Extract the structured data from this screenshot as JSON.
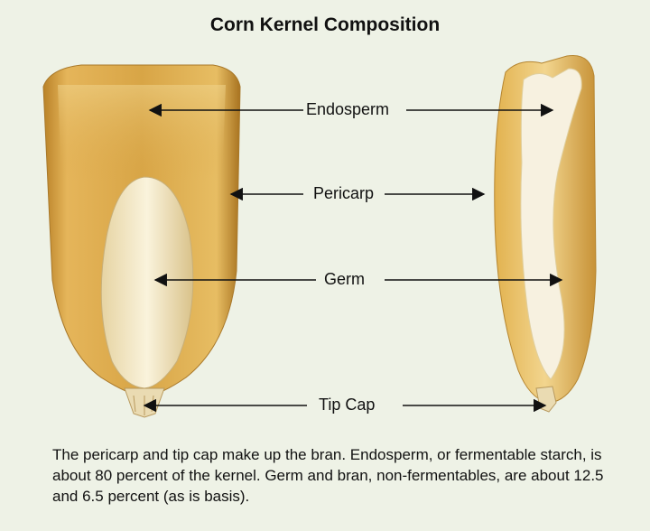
{
  "title": "Corn Kernel Composition",
  "labels": {
    "endosperm": "Endosperm",
    "pericarp": "Pericarp",
    "germ": "Germ",
    "tip_cap": "Tip Cap"
  },
  "caption": "The pericarp and tip cap make up the bran. Endosperm, or fermentable starch, is about 80 percent of the kernel. Germ and bran, non-fermentables, are about 12.5 and 6.5 percent (as is basis).",
  "colors": {
    "background": "#eef2e6",
    "kernel_gold": "#d9a94a",
    "kernel_light": "#f3dca0",
    "germ_white": "#f4ecd2",
    "arrow": "#111111"
  }
}
